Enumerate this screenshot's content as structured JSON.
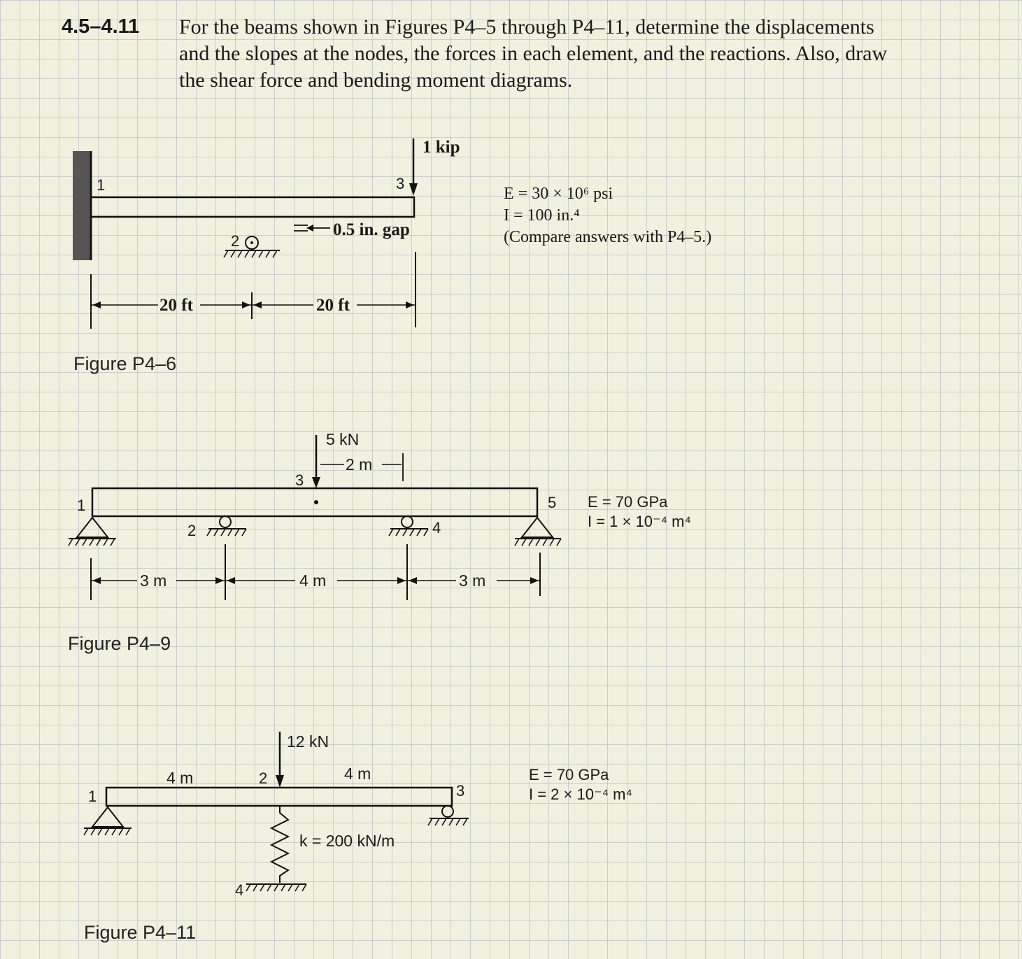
{
  "problem": {
    "number": "4.5–4.11",
    "text_lines": [
      "For the beams shown in Figures P4–5 through P4–11, determine the displacements",
      "and the slopes at the nodes, the forces in each element, and the reactions. Also, draw",
      "the shear force and bending moment diagrams."
    ]
  },
  "figures": [
    {
      "caption": "Figure P4–6",
      "load": "1 kip",
      "gap": "0.5 in. gap",
      "dimensions": [
        "20 ft",
        "20 ft"
      ],
      "nodes": [
        "1",
        "2",
        "3"
      ],
      "properties": [
        "E = 30 × 10⁶ psi",
        "I = 100 in.⁴",
        "(Compare answers with P4–5.)"
      ]
    },
    {
      "caption": "Figure P4–9",
      "load": "5 kN",
      "load_offset": "2 m",
      "dimensions": [
        "3 m",
        "4 m",
        "3 m"
      ],
      "nodes": [
        "1",
        "2",
        "3",
        "4",
        "5"
      ],
      "properties": [
        "E = 70 GPa",
        "I = 1 × 10⁻⁴ m⁴"
      ]
    },
    {
      "caption": "Figure P4–11",
      "load": "12 kN",
      "spring": "k = 200 kN/m",
      "dimensions": [
        "4 m",
        "4 m"
      ],
      "nodes": [
        "1",
        "2",
        "3",
        "4"
      ],
      "properties": [
        "E = 70 GPa",
        "I = 2 × 10⁻⁴ m⁴"
      ]
    }
  ],
  "colors": {
    "paper": "#f2f0de",
    "grid": "#96aab9",
    "ink": "#1a1a1a"
  }
}
